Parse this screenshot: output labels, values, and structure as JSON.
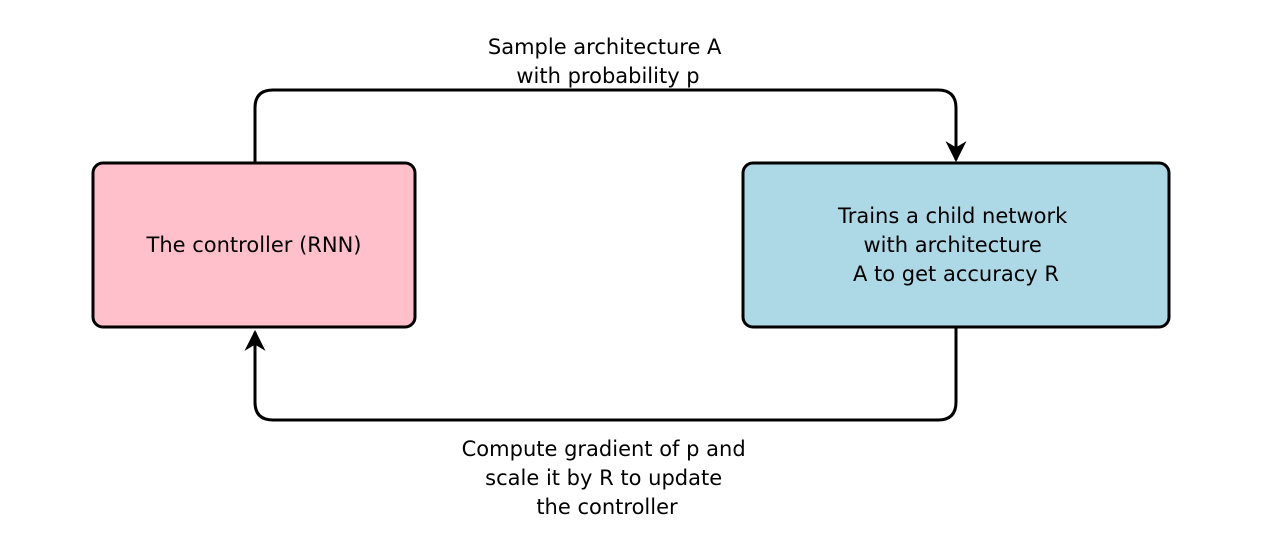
{
  "nodes": {
    "controller": {
      "lines": [
        "The controller (RNN)"
      ],
      "fill": "#FFC0CB"
    },
    "child": {
      "lines": [
        "Trains a child network",
        "with architecture",
        "A to get accuracy R"
      ],
      "fill": "#ADD8E6"
    }
  },
  "edges": {
    "sample": {
      "lines": [
        "Sample architecture A",
        "with probability p"
      ]
    },
    "update": {
      "lines": [
        "Compute gradient of p and",
        "scale it by R to update",
        "the controller"
      ]
    }
  },
  "colors": {
    "stroke": "#000000",
    "background": "#FFFFFF"
  }
}
